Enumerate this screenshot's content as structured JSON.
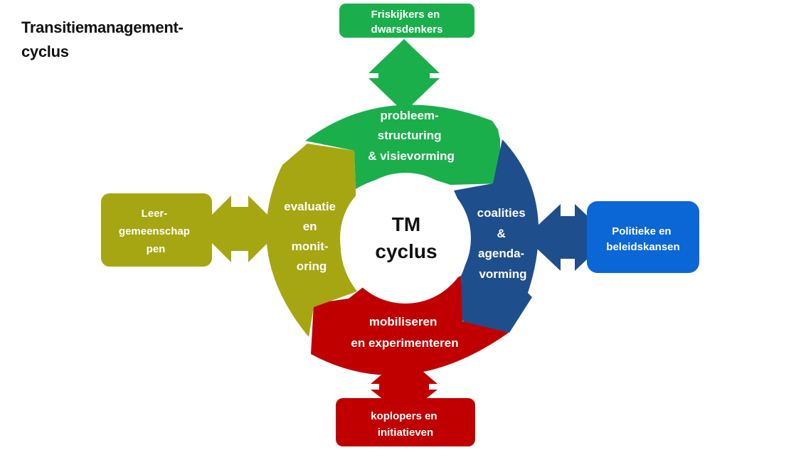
{
  "title": {
    "line1": "Transitiemanagement-",
    "line2": "cyclus"
  },
  "center": {
    "line1": "TM",
    "line2": "cyclus"
  },
  "segments": {
    "top": {
      "lines": [
        "probleem-",
        "structuring",
        "& visievorming"
      ],
      "color": "#1aaf4b"
    },
    "right": {
      "lines": [
        "coalities",
        "&",
        "agenda-",
        "vorming"
      ],
      "color": "#1f4e8c"
    },
    "bottom": {
      "lines": [
        "mobiliseren",
        "en experimenteren"
      ],
      "color": "#c00000"
    },
    "left": {
      "lines": [
        "evaluatie",
        "en",
        "monit-",
        "oring"
      ],
      "color": "#a6a612"
    }
  },
  "boxes": {
    "top": {
      "lines": [
        "Friskijkers en",
        "dwarsdenkers"
      ],
      "color": "#1aaf4b"
    },
    "right": {
      "lines": [
        "Politieke en",
        "beleidskansen"
      ],
      "color": "#0b66d6"
    },
    "bottom": {
      "lines": [
        "koplopers en",
        "initiatieven"
      ],
      "color": "#c00000"
    },
    "left": {
      "lines": [
        "Leer-",
        "gemeenschap",
        "pen"
      ],
      "color": "#a6a612"
    }
  }
}
